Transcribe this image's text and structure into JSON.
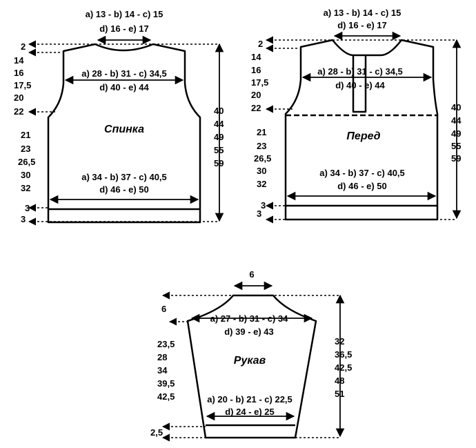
{
  "back": {
    "title": "Спинка",
    "neck_line1": "a) 13 - b) 14 - c) 15",
    "neck_line2": "d) 16 - e) 17",
    "chest_line1": "a) 28 - b) 31 - c) 34,5",
    "chest_line2": "d) 40 - e) 44",
    "hip_line1": "a) 34 - b) 37 - c) 40,5",
    "hip_line2": "d) 46 - e) 50",
    "left_top": [
      "2",
      "14",
      "16",
      "17,5",
      "20",
      "22"
    ],
    "left_mid": [
      "21",
      "23",
      "26,5",
      "30",
      "32"
    ],
    "left_bottom": [
      "3",
      "3"
    ],
    "right": [
      "40",
      "44",
      "49",
      "55",
      "59"
    ]
  },
  "front": {
    "title": "Перед",
    "neck_line1": "a) 13 - b) 14 - c) 15",
    "neck_line2": "d) 16 - e) 17",
    "chest_line1": "a) 28 - b) 31 - c) 34,5",
    "chest_line2": "d) 40 - e) 44",
    "hip_line1": "a) 34 - b) 37 - c) 40,5",
    "hip_line2": "d) 46 - e) 50",
    "left_top": [
      "2",
      "14",
      "16",
      "17,5",
      "20",
      "22"
    ],
    "left_mid": [
      "21",
      "23",
      "26,5",
      "30",
      "32"
    ],
    "left_bottom": [
      "3",
      "3"
    ],
    "right": [
      "40",
      "44",
      "49",
      "55",
      "59"
    ]
  },
  "sleeve": {
    "title": "Рукав",
    "top_width": "6",
    "cap_height": "6",
    "upper_line1": "a) 27 - b) 31 - c) 34",
    "upper_line2": "d) 39 - e) 43",
    "lower_line1": "a) 20 - b) 21 - c) 22,5",
    "lower_line2": "d) 24 - e) 25",
    "left": [
      "23,5",
      "28",
      "34",
      "39,5",
      "42,5"
    ],
    "bottom_left": "2,5",
    "right": [
      "32",
      "36,5",
      "42,5",
      "48",
      "51"
    ]
  }
}
